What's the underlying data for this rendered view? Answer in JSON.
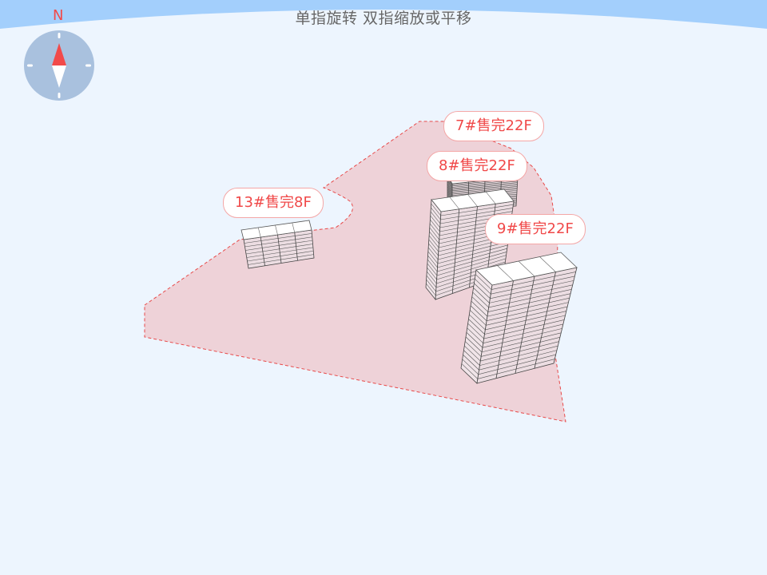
{
  "hint": "单指旋转 双指缩放或平移",
  "compass": {
    "north_label": "N",
    "icon": "compass-icon"
  },
  "colors": {
    "sky": "#a3cffc",
    "background": "#edf5fe",
    "site": "#eed2d8",
    "boundary": "#e84a4a",
    "label_text": "#f04848",
    "label_border": "#f4a6a6"
  },
  "buildings": [
    {
      "id": "7",
      "label": "7#售完22F",
      "floors": 22,
      "status": "售完"
    },
    {
      "id": "8",
      "label": "8#售完22F",
      "floors": 22,
      "status": "售完"
    },
    {
      "id": "9",
      "label": "9#售完22F",
      "floors": 22,
      "status": "售完"
    },
    {
      "id": "13",
      "label": "13#售完8F",
      "floors": 8,
      "status": "售完"
    }
  ]
}
